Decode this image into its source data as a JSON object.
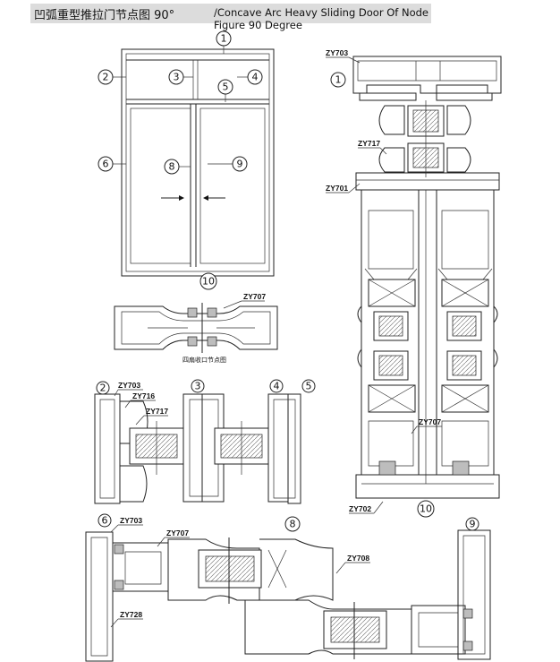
{
  "header": {
    "title_zh": "凹弧重型推拉门节点图 90°",
    "title_en": "/Concave Arc Heavy Sliding Door Of Node Figure 90 Degree"
  },
  "callouts": {
    "c1": "1",
    "c2": "2",
    "c3": "3",
    "c4": "4",
    "c5": "5",
    "c6": "6",
    "c8": "8",
    "c9": "9",
    "c10": "10"
  },
  "part_codes": {
    "zy703": "ZY703",
    "zy717": "ZY717",
    "zy701": "ZY701",
    "zy707": "ZY707",
    "zy702": "ZY702",
    "zy716": "ZY716",
    "zy708": "ZY708",
    "zy728": "ZY728"
  },
  "captions": {
    "interlock": "四扇收口节点图"
  }
}
